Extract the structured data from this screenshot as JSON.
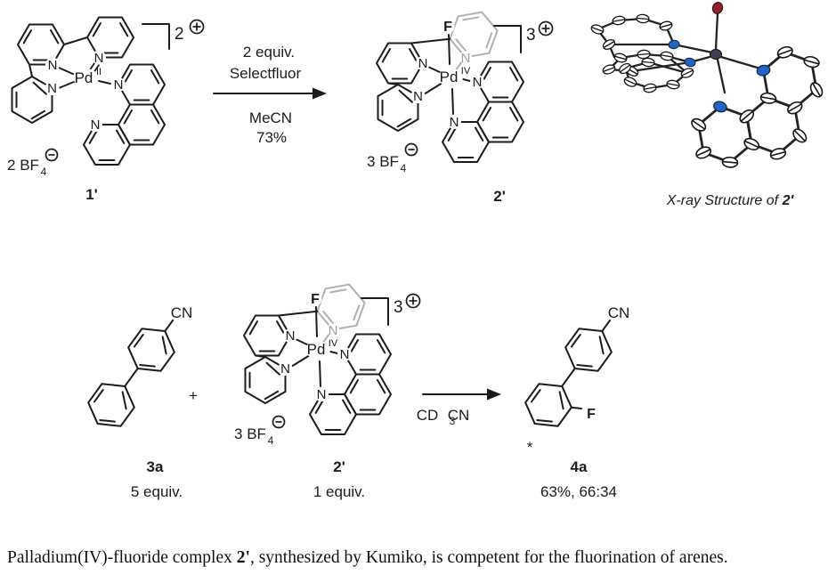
{
  "atoms": {
    "n": "N",
    "pd": "Pd",
    "f": "F",
    "cn": "CN"
  },
  "complex1": {
    "label": "1'",
    "oxidation": "II",
    "charge": "2",
    "counter_count": "2",
    "counter_formula": " BF",
    "counter_sub": "4"
  },
  "complex2": {
    "label": "2'",
    "oxidation": "IV",
    "charge": "3",
    "counter_count": "3",
    "counter_formula": " BF",
    "counter_sub": "4"
  },
  "reaction1": {
    "reagent_line1": "2 equiv.",
    "reagent_line2": "Selectfluor",
    "solvent": "MeCN",
    "yield": "73%"
  },
  "reaction2": {
    "plus": "+",
    "solvent_pre": "CD",
    "solvent_sub": "3",
    "solvent_post": "CN"
  },
  "compound_3a": {
    "label": "3a",
    "equiv": "5 equiv."
  },
  "compound_2prime": {
    "label": "2'",
    "equiv": "1 equiv."
  },
  "compound_4a": {
    "label": "4a",
    "result": "63%, 66:34",
    "star": "*"
  },
  "xray": {
    "caption_prefix": "X-ray Structure of ",
    "caption_compound": "2'"
  },
  "caption": {
    "text_pre": "Palladium(IV)-fluoride complex ",
    "compound": "2'",
    "text_post": ", synthesized by Kumiko, is competent for the fluorination of arenes."
  },
  "colors": {
    "fluorine_blue": "#3b6db5",
    "oxidation_blue": "#4779ab",
    "ligand_gray": "#b0b0b0",
    "nitrogen_blue": "#2563c4",
    "fluoride_red": "#8d2326",
    "palladium_dark": "#3f3f52"
  }
}
